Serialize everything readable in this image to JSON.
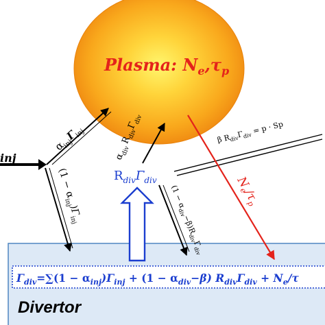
{
  "plasma": {
    "label": "Plasma",
    "colon": ":",
    "ne": "N",
    "ne_sub": "e",
    "comma": ",",
    "tau": "τ",
    "tau_sub": "p"
  },
  "inject": {
    "text": "inj"
  },
  "fluxes": {
    "inj_base": "α",
    "inj_base_sub": "inj",
    "inj_gamma": "Γ",
    "inj_gamma_sub": "inj",
    "div_alpha": "α",
    "div_alpha_sub": "div",
    "div_r": "R",
    "div_r_sub": "div",
    "div_gamma": "Γ",
    "div_gamma_sub": "div",
    "rdiv_label": "R",
    "rdiv_sub": "div",
    "rdiv_gamma": "Γ",
    "rdiv_gamma_sub": "div",
    "left_down": "(1 − α",
    "left_down_sub": "inj",
    "left_down_tail": ")Γ",
    "left_down_tail_sub": "inj",
    "mid_down": "(1 − α",
    "mid_down_sub": "div",
    "mid_down_mid": "−β)R",
    "mid_down_mid_sub": "div",
    "mid_down_tail": "Γ",
    "mid_down_tail_sub": "div",
    "pump": "β R",
    "pump_sub": "div",
    "pump_g": "Γ",
    "pump_g_sub": "div",
    "pump_tail": " = p · Sp",
    "loss": "N",
    "loss_sub": "e",
    "loss_slash": "/τ",
    "loss_tail_sub": "p"
  },
  "equation": {
    "g": "Γ",
    "g_sub": "div",
    "p1": "=∑(1 − α",
    "p1_sub": "inj",
    "p2": ")Γ",
    "p2_sub": "inj",
    "p3": " + (1 − α",
    "p3_sub": "div",
    "p4": "−β) R",
    "p4_sub": "div",
    "p5": "Γ",
    "p5_sub": "div",
    "p6": " + N",
    "p6_sub": "e",
    "p7": "/τ"
  },
  "divertor": {
    "label": "Divertor"
  },
  "colors": {
    "plasma_text": "#e4231b",
    "loss_arrow": "#e4231b",
    "blue": "#1b3ecf",
    "box_fill": "#dde9f6",
    "box_stroke": "#4f86c0",
    "ellipse_center": "#fff36a",
    "ellipse_edge": "#f08a10"
  }
}
